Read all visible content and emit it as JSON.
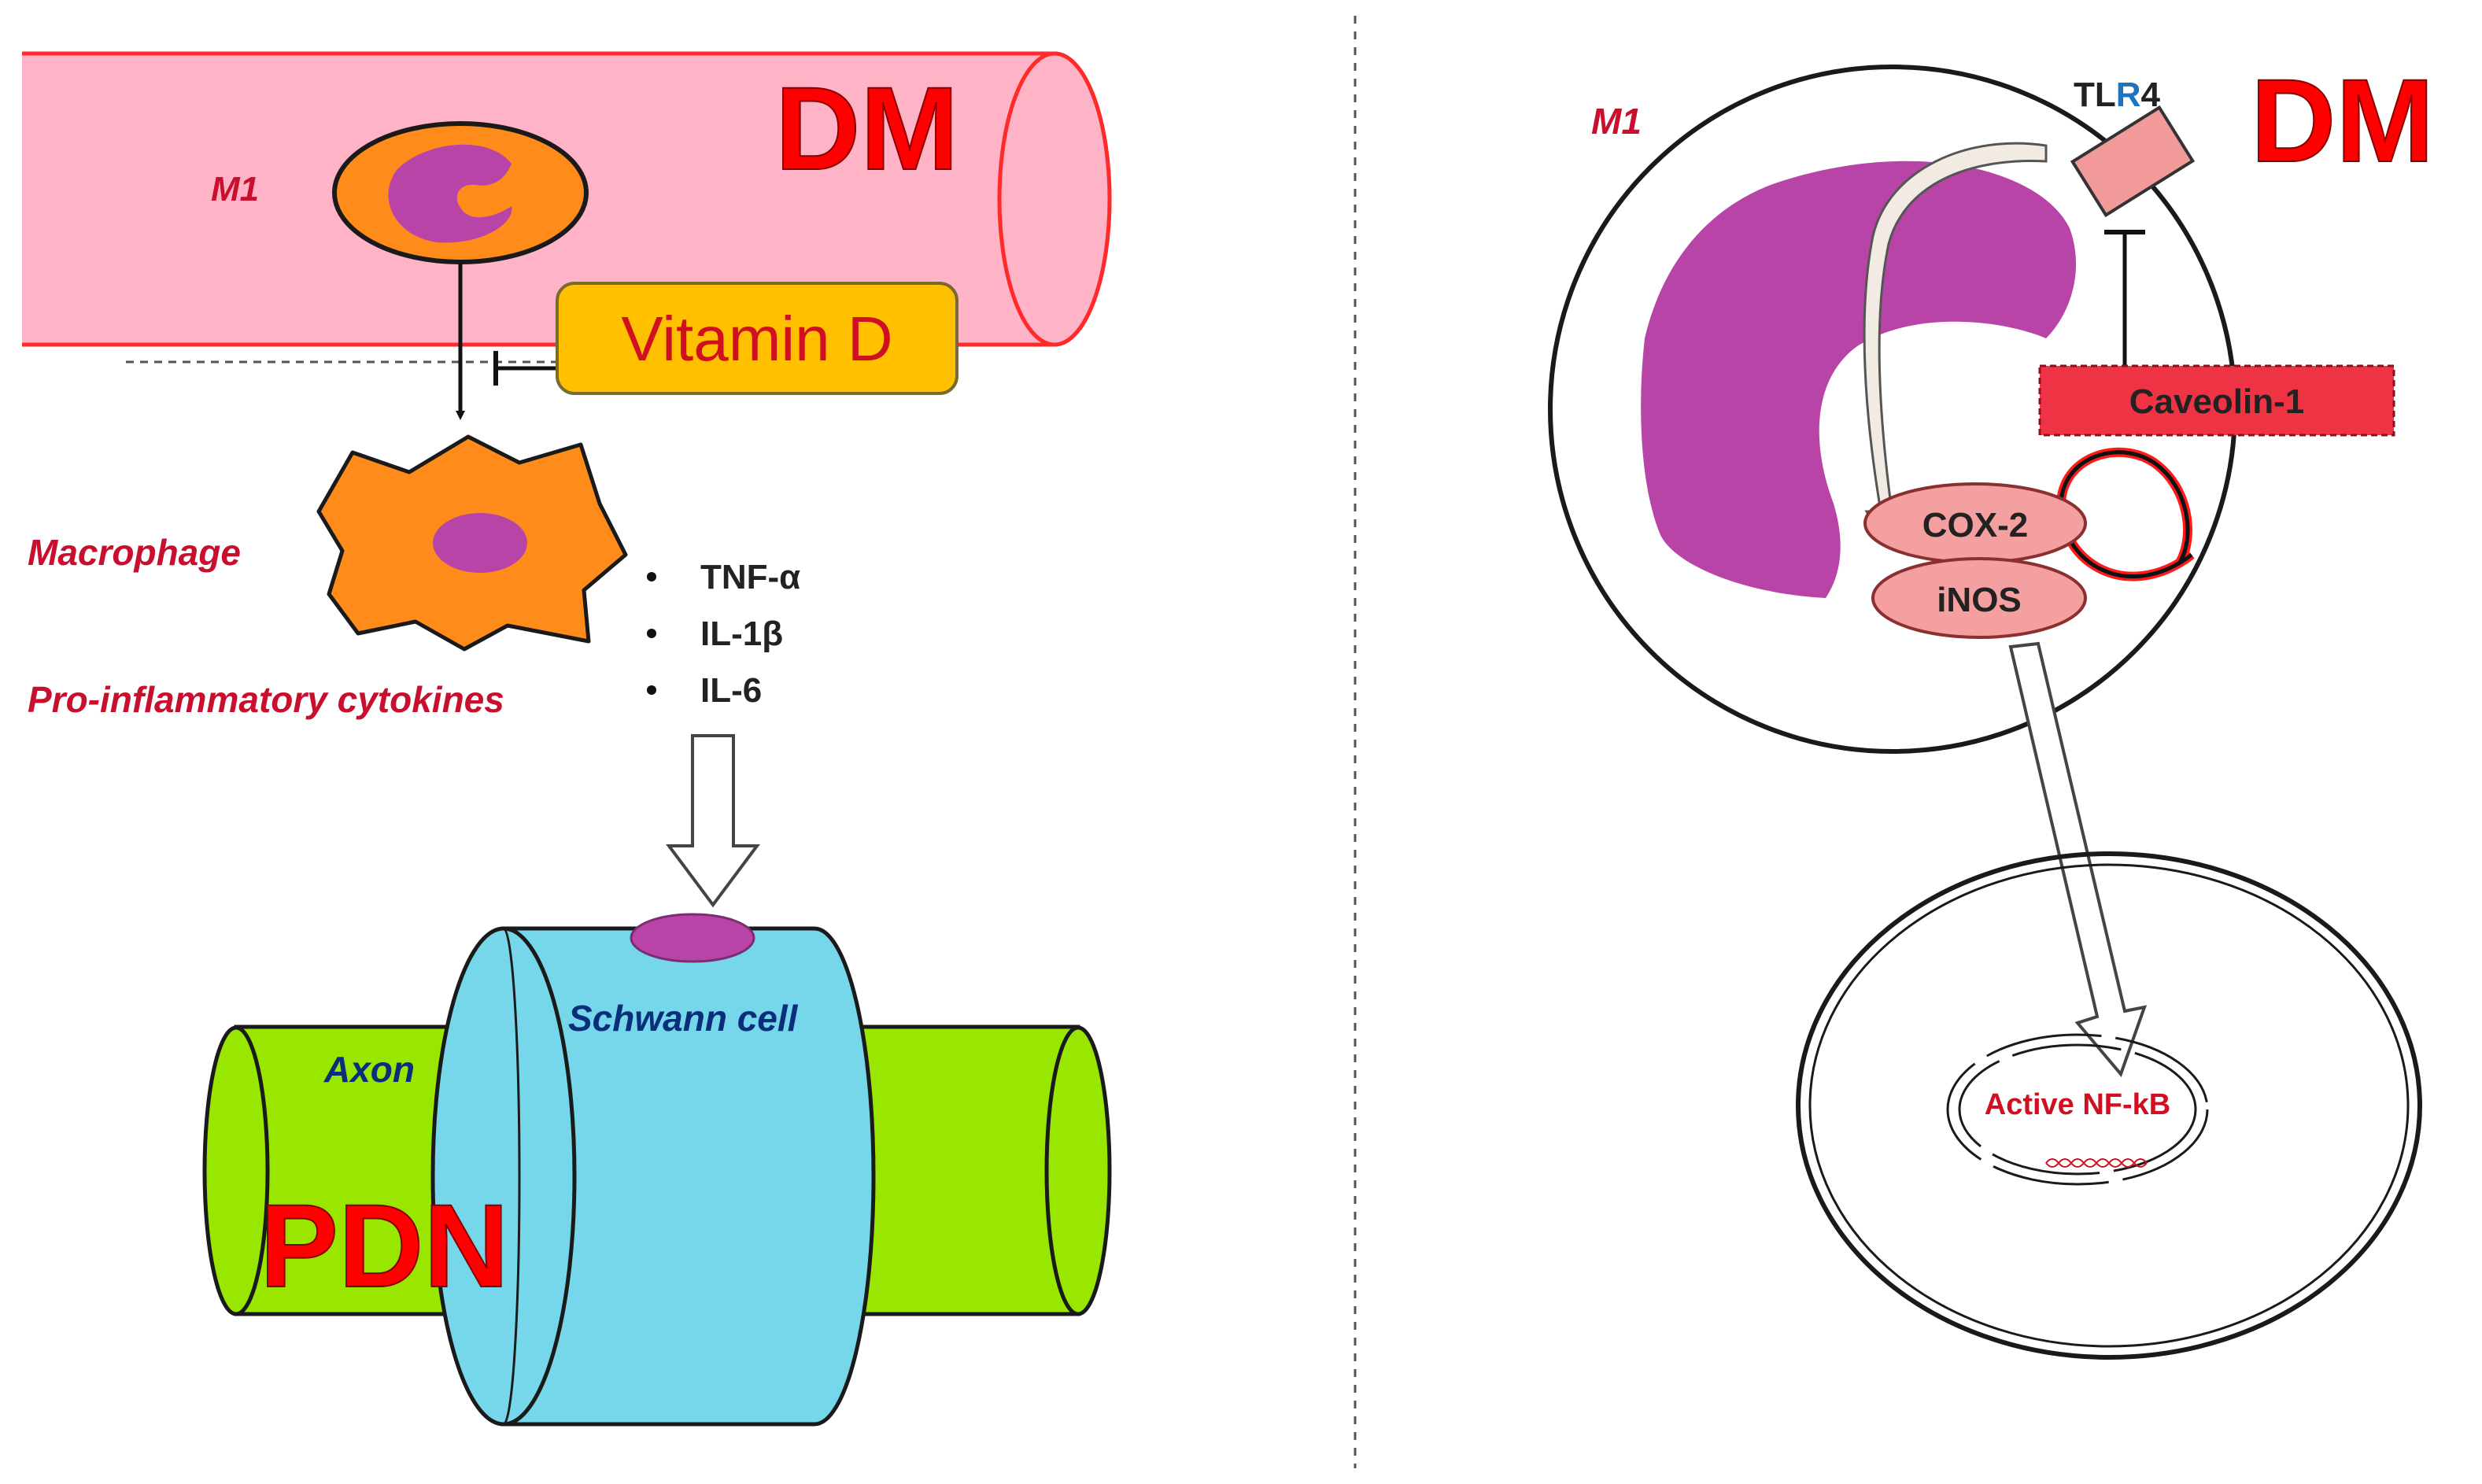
{
  "left_panel": {
    "dm_label": "DM",
    "m1_label": "M1",
    "vitamin_d_label": "Vitamin D",
    "macrophage_label": "Macrophage",
    "cytokines_label": "Pro-inflammatory cytokines",
    "cytokines": [
      "TNF-α",
      "IL-1β",
      "IL-6"
    ],
    "axon_label": "Axon",
    "schwann_label": "Schwann cell",
    "pdn_label": "PDN"
  },
  "right_panel": {
    "m1_label": "M1",
    "dm_label": "DM",
    "tlr4_prefix": "TL",
    "tlr4_highlight": "R",
    "tlr4_suffix": "4",
    "caveolin_label": "Caveolin-1",
    "cox2_label": "COX-2",
    "inos_label": "iNOS",
    "nfkb_label": "Active NF-kB"
  },
  "colors": {
    "vessel": "#ffb3c6",
    "vessel_stroke": "#ff2a2a",
    "cell_orange": "#ff8c1a",
    "nucleus_purple": "#b844a8",
    "vitamin_d_fill": "#ffc000",
    "vitamin_d_text": "#d01020",
    "axon_green": "#99e600",
    "schwann_blue": "#76d7ea",
    "caveolin_fill": "#ee3344",
    "enzyme_fill": "#f5a0a0",
    "tlr4_fill": "#f29a9a",
    "tlr4_blue": "#1e73be"
  }
}
